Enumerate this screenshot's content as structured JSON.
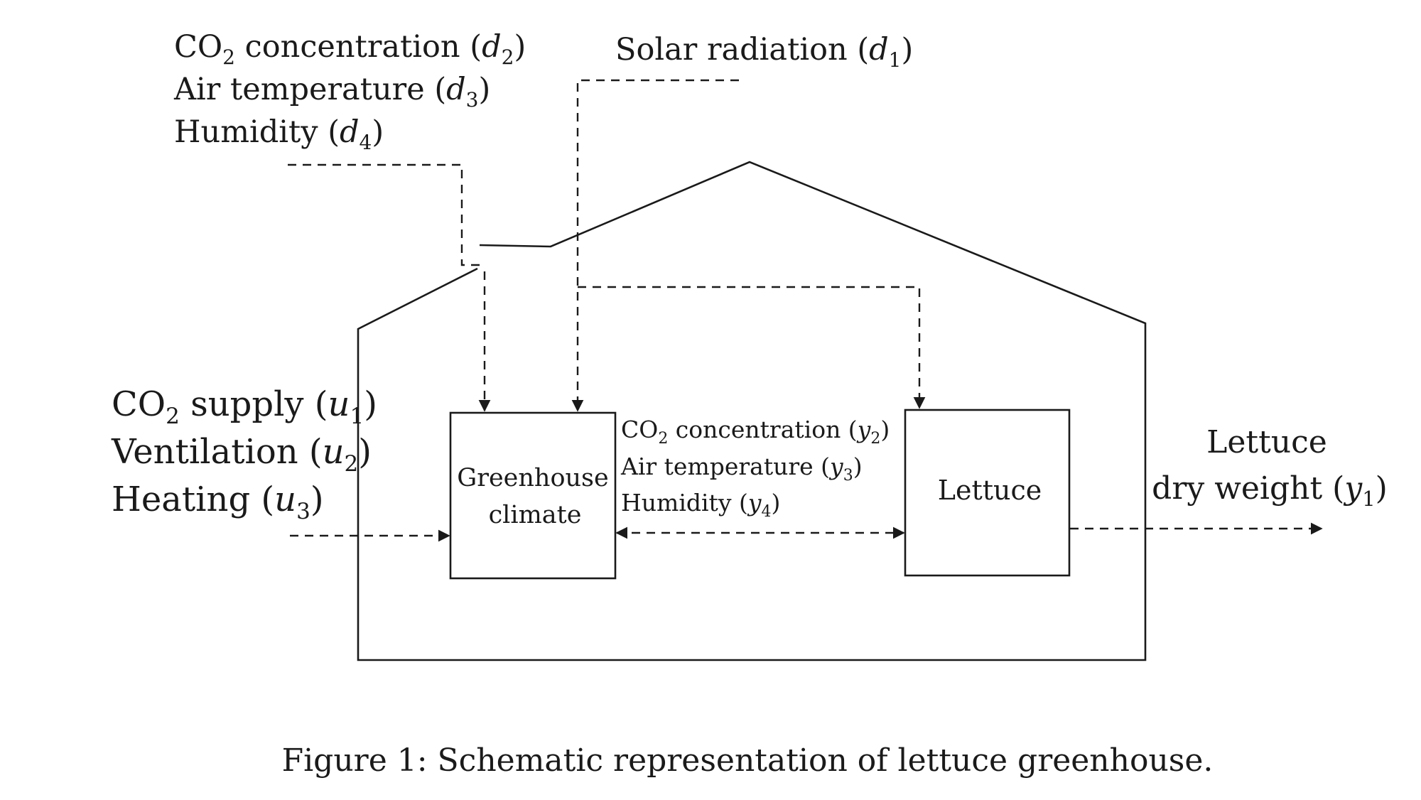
{
  "disturbances": {
    "co2": {
      "name": "CO",
      "sub": "2",
      "rest": " concentration (",
      "var": "d",
      "var_sub": "2",
      "close": ")"
    },
    "temp": {
      "name": "Air temperature (",
      "var": "d",
      "var_sub": "3",
      "close": ")"
    },
    "hum": {
      "name": "Humidity (",
      "var": "d",
      "var_sub": "4",
      "close": ")"
    },
    "solar": {
      "name": "Solar radiation (",
      "var": "d",
      "var_sub": "1",
      "close": ")"
    }
  },
  "inputs": {
    "co2": {
      "name": "CO",
      "sub": "2",
      "rest": " supply (",
      "var": "u",
      "var_sub": "1",
      "close": ")"
    },
    "vent": {
      "name": "Ventilation (",
      "var": "u",
      "var_sub": "2",
      "close": ")"
    },
    "heat": {
      "name": "Heating (",
      "var": "u",
      "var_sub": "3",
      "close": ")"
    }
  },
  "states": {
    "co2": {
      "name": "CO",
      "sub": "2",
      "rest": " concentration (",
      "var": "y",
      "var_sub": "2",
      "close": ")"
    },
    "temp": {
      "name": "Air temperature (",
      "var": "y",
      "var_sub": "3",
      "close": ")"
    },
    "hum": {
      "name": "Humidity (",
      "var": "y",
      "var_sub": "4",
      "close": ")"
    }
  },
  "boxes": {
    "climate_line1": "Greenhouse",
    "climate_line2": "climate",
    "lettuce": "Lettuce"
  },
  "output": {
    "line1": "Lettuce",
    "line2": "dry weight (",
    "var": "y",
    "var_sub": "1",
    "close": ")"
  },
  "caption": "Figure 1: Schematic representation of lettuce greenhouse."
}
